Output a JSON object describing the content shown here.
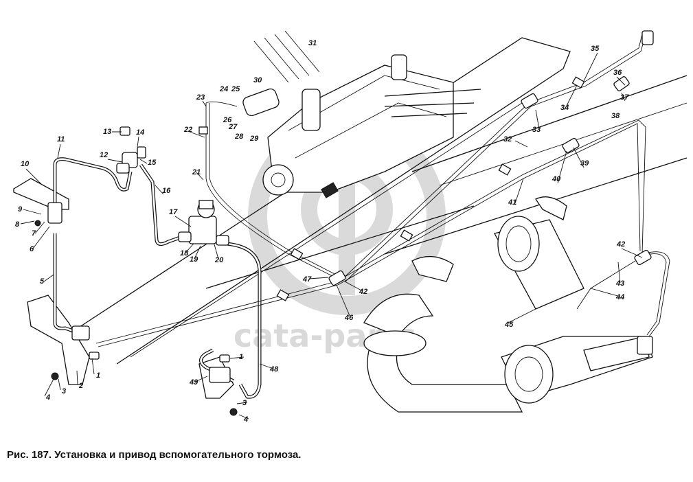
{
  "caption": "Рис. 187. Установка и привод вспомогательного тормоза.",
  "watermark": "cata-parts",
  "part_numbers": [
    "1",
    "2",
    "3",
    "4",
    "5",
    "6",
    "7",
    "8",
    "9",
    "10",
    "11",
    "12",
    "13",
    "14",
    "15",
    "16",
    "17",
    "18",
    "19",
    "20",
    "21",
    "22",
    "23",
    "24",
    "25",
    "26",
    "27",
    "28",
    "29",
    "30",
    "31",
    "32",
    "33",
    "34",
    "35",
    "36",
    "37",
    "38",
    "39",
    "40",
    "41",
    "42",
    "43",
    "44",
    "45",
    "46",
    "47",
    "48",
    "49",
    "1",
    "3",
    "4",
    "42"
  ]
}
